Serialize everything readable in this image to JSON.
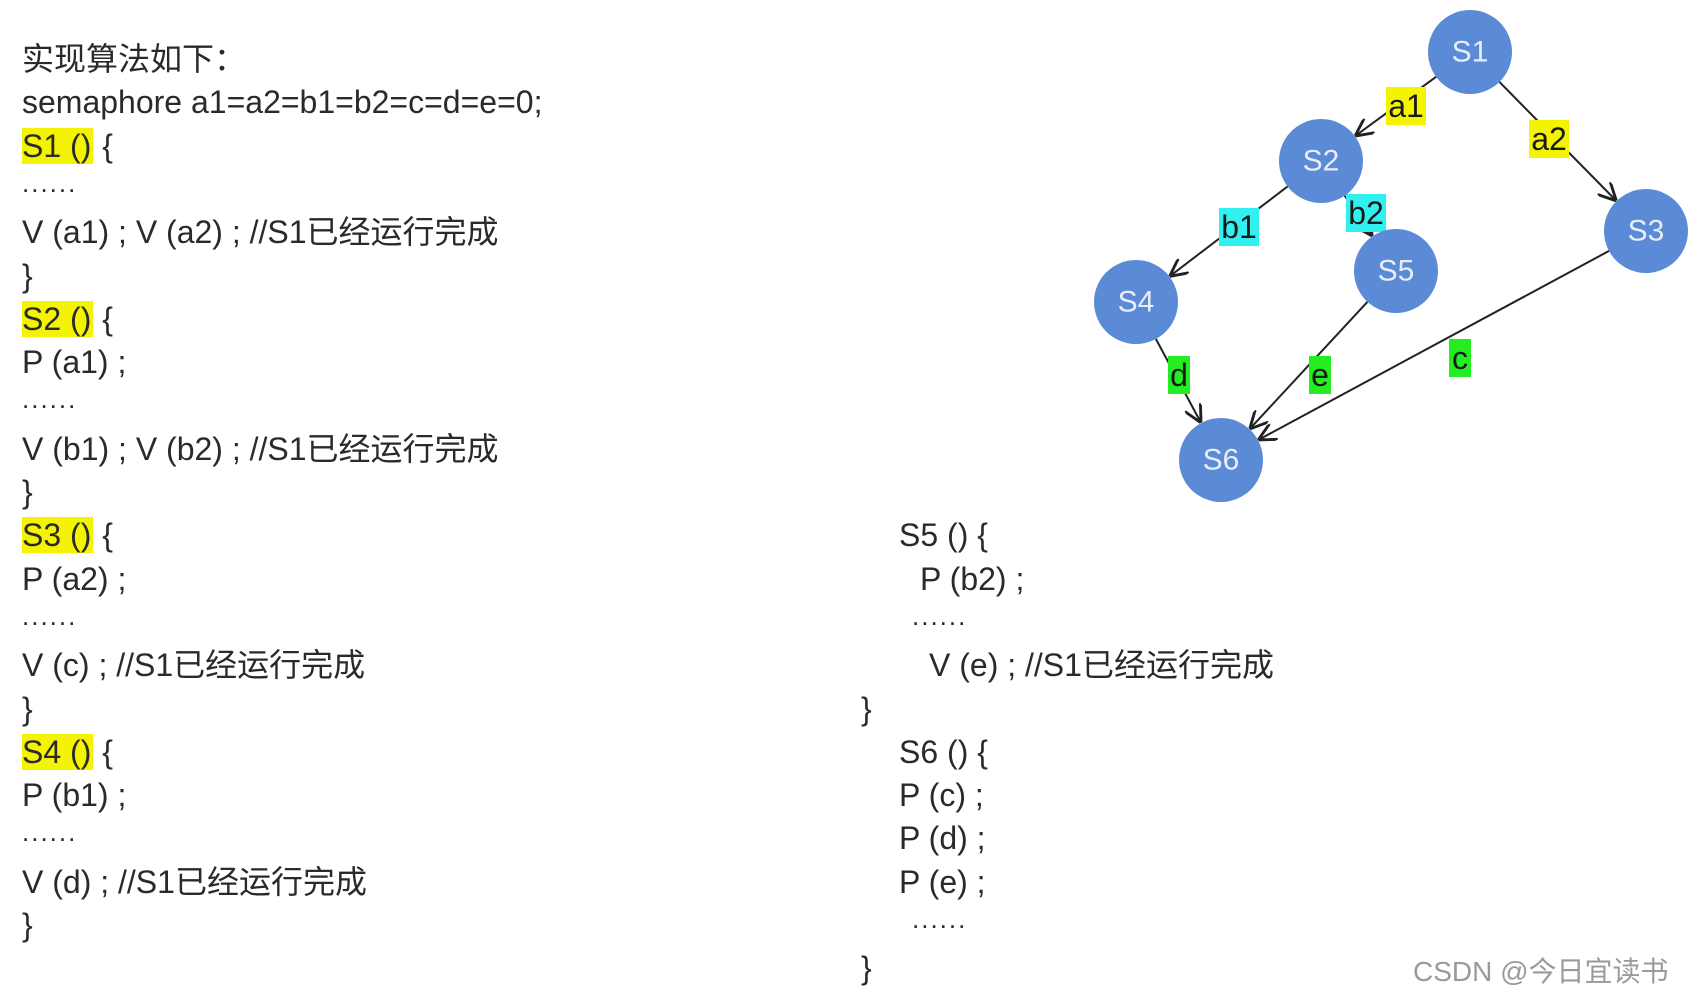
{
  "left_code": {
    "title": "实现算法如下：",
    "decl": "semaphore a1=a2=b1=b2=c=d=e=0;",
    "s1_head": "S1 ()",
    "brace_open": " {",
    "dots": "......",
    "s1_body": "V (a1) ; V (a2) ; //S1已经运行完成",
    "brace_close": "}",
    "s2_head": "S2 ()",
    "s2_p": "P (a1) ;",
    "s2_v": "V (b1) ; V (b2) ; //S1已经运行完成",
    "s3_head": "S3 ()",
    "s3_p": "P (a2) ;",
    "s3_v": "V (c) ; //S1已经运行完成",
    "s4_head": "S4 ()",
    "s4_p": "P (b1) ;",
    "s4_v": "V (d) ; //S1已经运行完成"
  },
  "right_code": {
    "s5_head": "S5 () {",
    "s5_p": "P (b2) ;",
    "dots": "......",
    "s5_v": "V (e) ; //S1已经运行完成",
    "brace_close": "}",
    "s6_head": "S6 () {",
    "s6_p1": "P (c) ;",
    "s6_p2": "P (d) ;",
    "s6_p3": "P (e) ;"
  },
  "graph": {
    "node_color": "#5b8ad6",
    "nodes": [
      "S1",
      "S2",
      "S3",
      "S4",
      "S5",
      "S6"
    ],
    "edges": [
      {
        "from": "S1",
        "to": "S2",
        "label": "a1",
        "color": "#f4f400"
      },
      {
        "from": "S1",
        "to": "S3",
        "label": "a2",
        "color": "#f4f400"
      },
      {
        "from": "S2",
        "to": "S4",
        "label": "b1",
        "color": "#33f0f0"
      },
      {
        "from": "S2",
        "to": "S5",
        "label": "b2",
        "color": "#33f0f0"
      },
      {
        "from": "S4",
        "to": "S6",
        "label": "d",
        "color": "#22ee22"
      },
      {
        "from": "S5",
        "to": "S6",
        "label": "e",
        "color": "#22ee22"
      },
      {
        "from": "S3",
        "to": "S6",
        "label": "c",
        "color": "#22ee22"
      }
    ]
  },
  "watermark": "CSDN @今日宜读书"
}
